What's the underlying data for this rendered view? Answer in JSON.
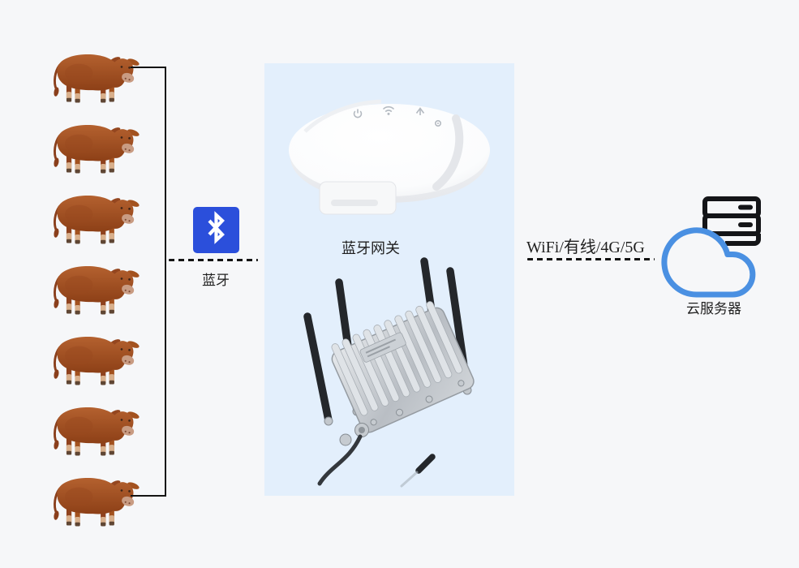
{
  "herd": {
    "count": 7
  },
  "left_link": {
    "label": "蓝牙"
  },
  "gateway": {
    "label": "蓝牙网关"
  },
  "right_link": {
    "label": "WiFi/有线/4G/5G"
  },
  "cloud_server": {
    "label": "云服务器"
  },
  "icons": {
    "bluetooth": "bluetooth-icon",
    "cloud": "cloud-icon",
    "server": "server-icon",
    "power": "power-icon",
    "wifi": "wifi-icon",
    "up_arrow": "up-arrow-icon",
    "led": "led-dot-icon"
  },
  "colors": {
    "page_bg": "#f6f7f9",
    "panel_bg": "#e3effc",
    "line": "#141414",
    "text": "#1f1f1f",
    "bluetooth_blue": "#2b4fdb",
    "cloud_blue": "#4a90e2",
    "cow_brown": "#a9562b",
    "antenna_black": "#24272b"
  }
}
